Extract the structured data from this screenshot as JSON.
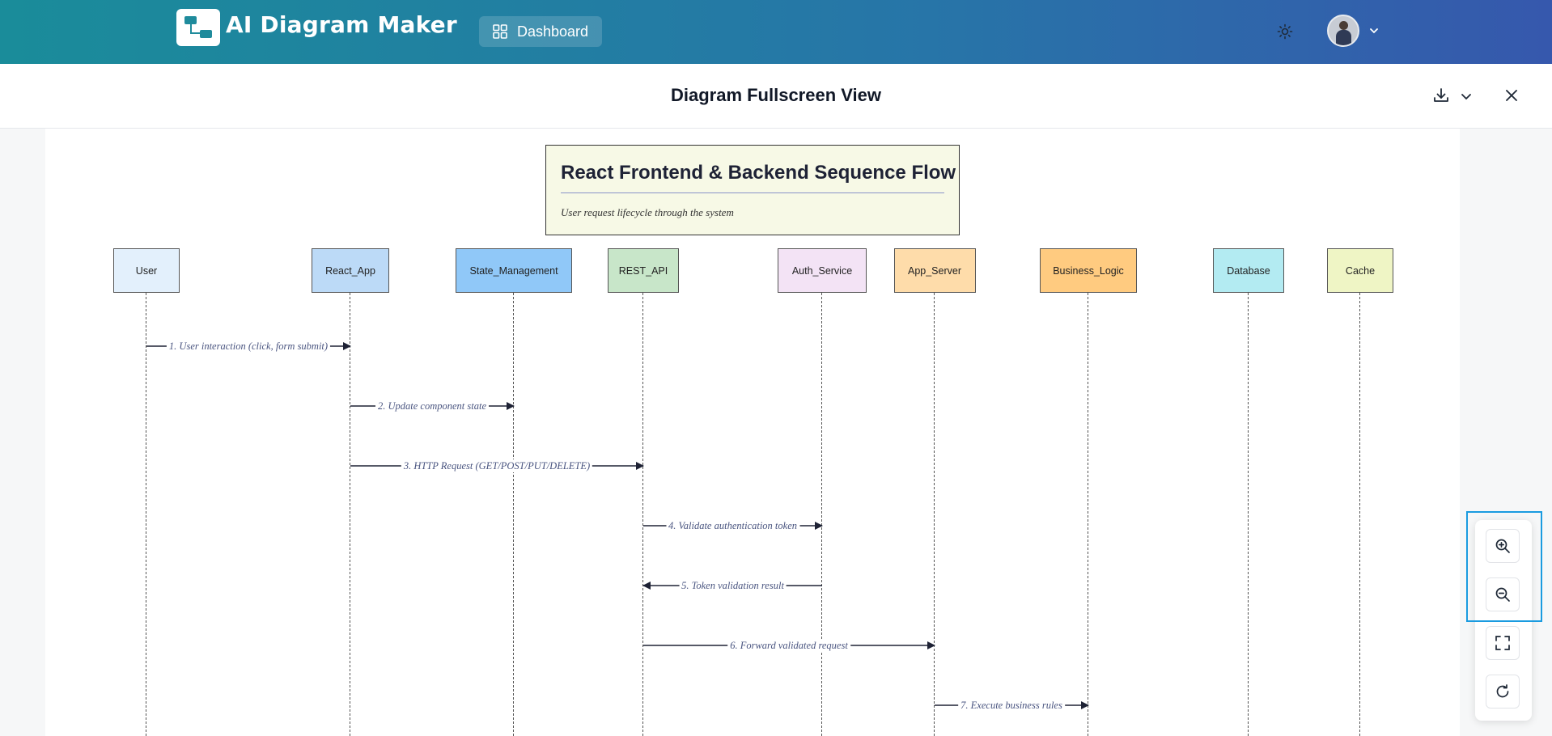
{
  "header": {
    "app_title": "AI Diagram Maker",
    "dashboard_label": "Dashboard"
  },
  "subheader": {
    "title": "Diagram Fullscreen View"
  },
  "diagram": {
    "title": "React Frontend & Backend Sequence Flow",
    "subtitle": "User request lifecycle through the system",
    "actors": [
      {
        "name": "User",
        "color": "#e3f0fc"
      },
      {
        "name": "React_App",
        "color": "#bcdaf7"
      },
      {
        "name": "State_Management",
        "color": "#90c8f8"
      },
      {
        "name": "REST_API",
        "color": "#c8e6c9"
      },
      {
        "name": "Auth_Service",
        "color": "#f3e3f5"
      },
      {
        "name": "App_Server",
        "color": "#fedcaa"
      },
      {
        "name": "Business_Logic",
        "color": "#ffcb80"
      },
      {
        "name": "Database",
        "color": "#b3ebf2"
      },
      {
        "name": "Cache",
        "color": "#eff5c5"
      }
    ],
    "messages": [
      {
        "label": "1. User interaction (click, form submit)",
        "from": 0,
        "to": 1
      },
      {
        "label": "2. Update component state",
        "from": 1,
        "to": 2
      },
      {
        "label": "3. HTTP Request (GET/POST/PUT/DELETE)",
        "from": 1,
        "to": 3
      },
      {
        "label": "4. Validate authentication token",
        "from": 3,
        "to": 4
      },
      {
        "label": "5. Token validation result",
        "from": 4,
        "to": 3
      },
      {
        "label": "6. Forward validated request",
        "from": 3,
        "to": 5
      },
      {
        "label": "7. Execute business rules",
        "from": 5,
        "to": 6
      }
    ]
  },
  "icons": {
    "theme": "sun-icon",
    "download": "download-icon",
    "close": "close-icon",
    "zoom_in": "zoom-in-icon",
    "zoom_out": "zoom-out-icon",
    "fit": "fit-screen-icon",
    "reset": "reset-icon"
  },
  "colors": {
    "header_gradient_start": "#1a8c9a",
    "header_gradient_end": "#3658ad",
    "zoom_highlight": "#1a9be0",
    "message_text": "#4a5580"
  }
}
